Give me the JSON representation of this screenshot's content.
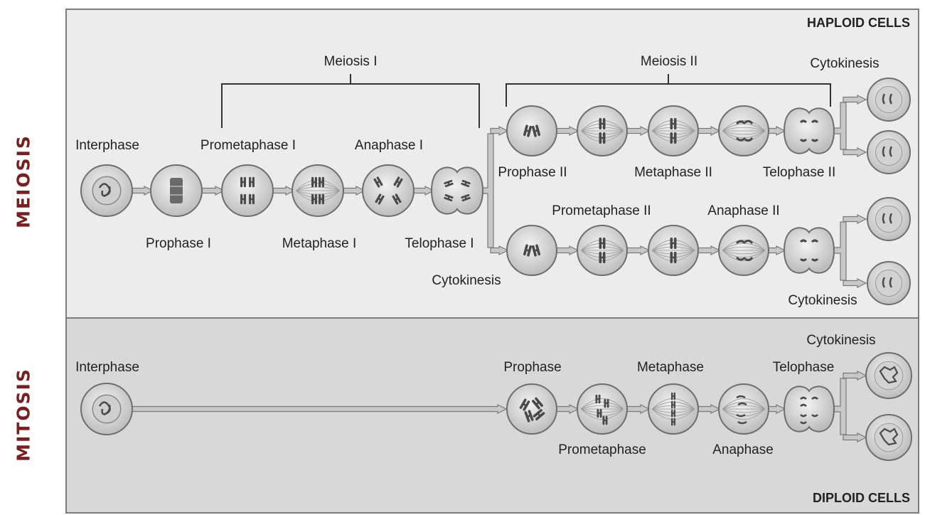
{
  "side_labels": {
    "meiosis": "MEIOSIS",
    "mitosis": "MITOSIS"
  },
  "corners": {
    "haploid": "HAPLOID CELLS",
    "diploid": "DIPLOID CELLS"
  },
  "brackets": {
    "meiosis_1": "Meiosis I",
    "meiosis_2": "Meiosis II"
  },
  "meiosis_labels": {
    "interphase": "Interphase",
    "prophase_1": "Prophase I",
    "prometaphase_1": "Prometaphase I",
    "metaphase_1": "Metaphase I",
    "anaphase_1": "Anaphase I",
    "telophase_1": "Telophase I",
    "cytokinesis_1": "Cytokinesis",
    "prophase_2": "Prophase II",
    "metaphase_2": "Metaphase II",
    "telophase_2": "Telophase II",
    "cytokinesis_top": "Cytokinesis",
    "prometaphase_2": "Prometaphase II",
    "anaphase_2": "Anaphase II",
    "cytokinesis_bottom": "Cytokinesis"
  },
  "mitosis_labels": {
    "interphase": "Interphase",
    "prophase": "Prophase",
    "metaphase": "Metaphase",
    "telophase": "Telophase",
    "cytokinesis": "Cytokinesis",
    "prometaphase": "Prometaphase",
    "anaphase": "Anaphase"
  },
  "colors": {
    "panel_border": "#7d7d7d",
    "cell_fill": "#d6d6d6",
    "cell_stroke": "#6e6e6e",
    "arrow_fill": "#c8c8c8",
    "arrow_stroke": "#7a7a7a",
    "chromosome": "#4a4a4a",
    "side_label": "#7a1f1f"
  }
}
